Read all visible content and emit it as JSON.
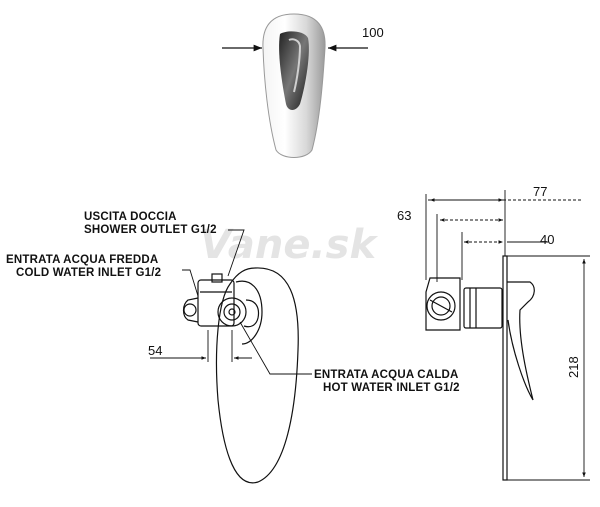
{
  "watermark": "Vane.sk",
  "dimensions": {
    "front_width": "100",
    "side_depth_total": "77",
    "side_depth_body": "63",
    "side_plate": "40",
    "height": "218",
    "inlet_offset": "54"
  },
  "labels": {
    "outlet_it": "USCITA DOCCIA",
    "outlet_en": "SHOWER OUTLET G1/2",
    "cold_it": "ENTRATA ACQUA FREDDA",
    "cold_en": "COLD WATER INLET G1/2",
    "hot_it": "ENTRATA ACQUA CALDA",
    "hot_en": "HOT WATER INLET G1/2"
  },
  "colors": {
    "line": "#111111",
    "watermark": "#e4e4e4"
  }
}
